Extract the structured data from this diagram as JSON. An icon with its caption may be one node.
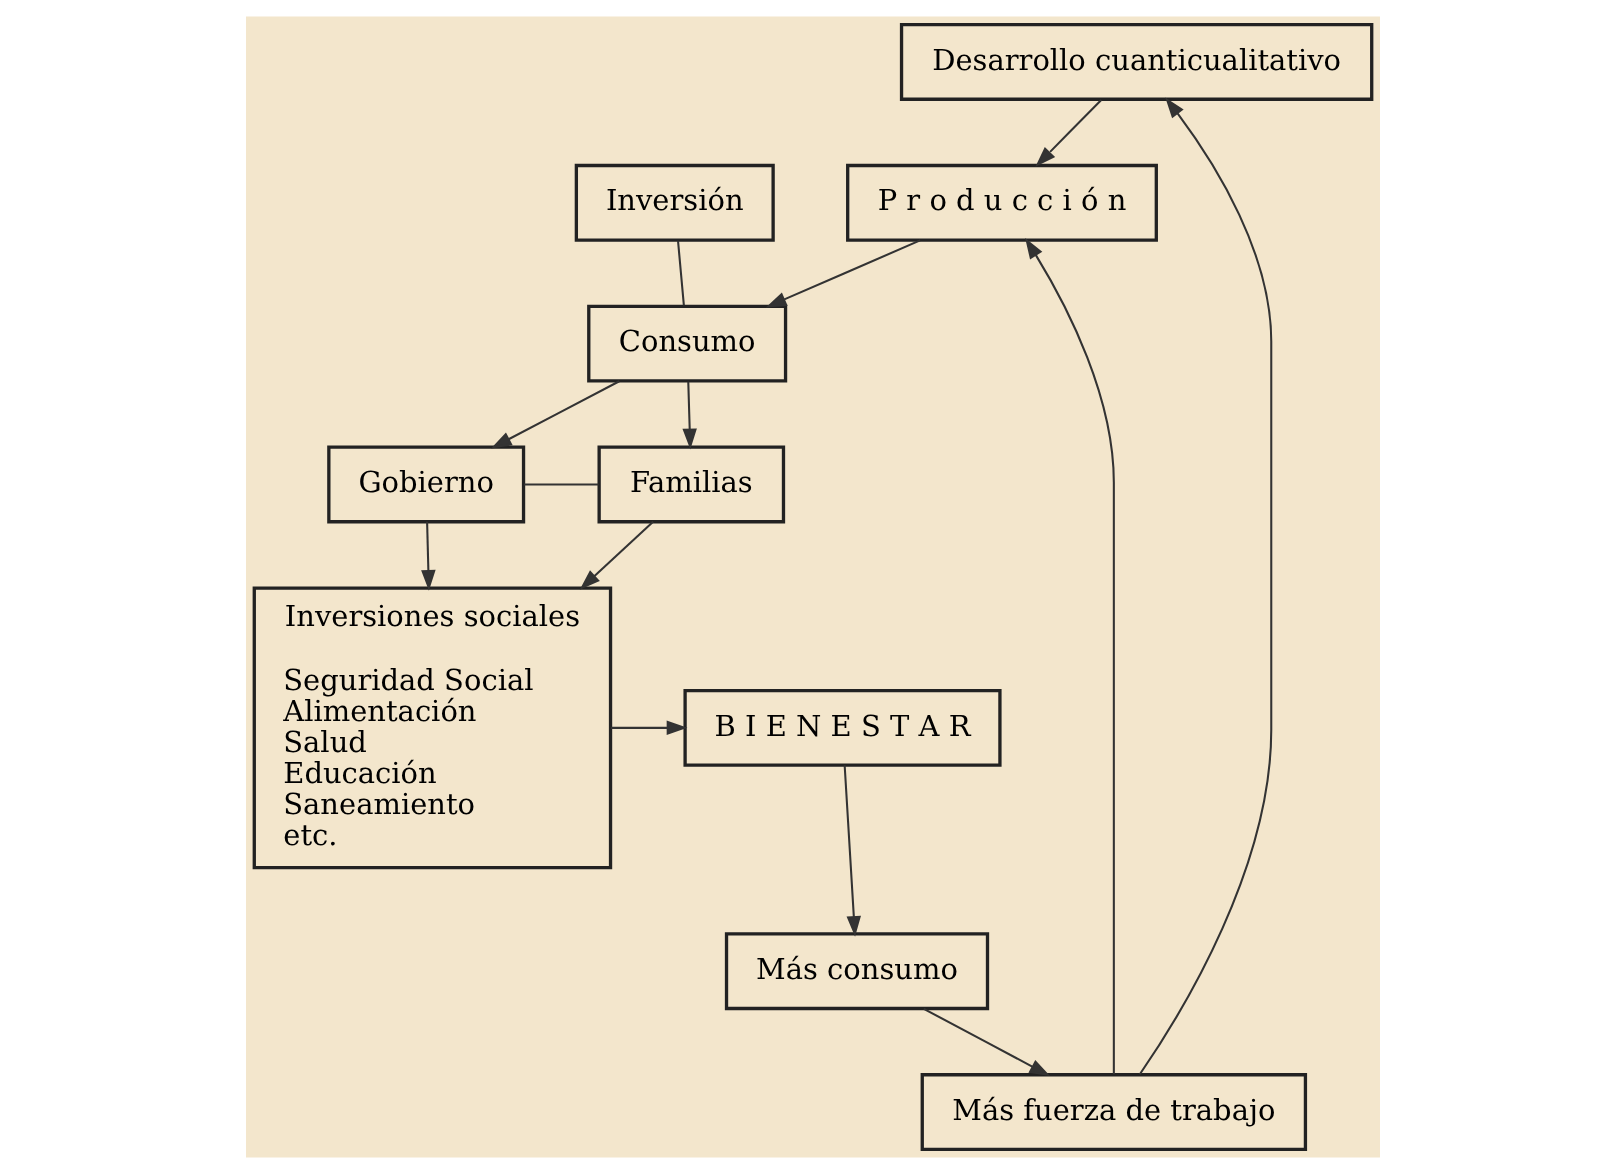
{
  "diagram": {
    "nodes": [
      {
        "text": [
          "Desarrollo cuanticualitativo"
        ]
      },
      {
        "text": [
          "P r o d u c c i ó n"
        ]
      },
      {
        "text": [
          "Inversión"
        ]
      },
      {
        "text": [
          "Consumo"
        ]
      },
      {
        "text": [
          "Gobierno"
        ]
      },
      {
        "text": [
          "Familias"
        ]
      },
      {
        "text": [
          "Inversiones sociales",
          "Seguridad Social",
          "Alimentación",
          "Salud",
          "Educación",
          "Saneamiento",
          "etc."
        ]
      },
      {
        "text": [
          "B I E N E S T A R"
        ]
      },
      {
        "text": [
          "Más consumo"
        ]
      },
      {
        "text": [
          "Más fuerza de trabajo"
        ]
      }
    ],
    "edges": [
      {
        "from": 9,
        "to": 0,
        "arrow": "to"
      },
      {
        "from": 9,
        "to": 1,
        "arrow": "to"
      },
      {
        "from": 0,
        "to": 1,
        "arrow": "to"
      },
      {
        "from": 1,
        "to": 3,
        "arrow": "to"
      },
      {
        "from": 2,
        "to": 3,
        "arrow": "none"
      },
      {
        "from": 3,
        "to": 4,
        "arrow": "to"
      },
      {
        "from": 3,
        "to": 5,
        "arrow": "to"
      },
      {
        "from": 4,
        "to": 5,
        "arrow": "none"
      },
      {
        "from": 4,
        "to": 6,
        "arrow": "to"
      },
      {
        "from": 5,
        "to": 6,
        "arrow": "to"
      },
      {
        "from": 6,
        "to": 7,
        "arrow": "to"
      },
      {
        "from": 7,
        "to": 8,
        "arrow": "to"
      },
      {
        "from": 8,
        "to": 9,
        "arrow": "to"
      }
    ]
  }
}
